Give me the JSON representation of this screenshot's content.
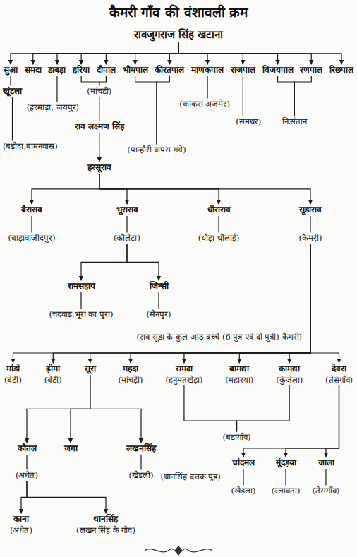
{
  "diagram": {
    "title": "कैमरी गाँव की वंशावली क्रम",
    "nodes": [
      {
        "text": [
          "रावजुगराज सिंह खटाना"
        ]
      },
      {
        "text": [
          "सुआ"
        ]
      },
      {
        "text": [
          "समदा"
        ]
      },
      {
        "text": [
          "डाबड़ा"
        ]
      },
      {
        "text": [
          "हरिया"
        ]
      },
      {
        "text": [
          "दौपाल"
        ]
      },
      {
        "text": [
          "भौमपाल"
        ]
      },
      {
        "text": [
          "कीरतपाल"
        ]
      },
      {
        "text": [
          "माणकपाल"
        ]
      },
      {
        "text": [
          "राजपाल"
        ]
      },
      {
        "text": [
          "विजयपाल"
        ]
      },
      {
        "text": [
          "रणपाल"
        ]
      },
      {
        "text": [
          "रिछपाल"
        ]
      },
      {
        "text": [
          "खूंटला"
        ]
      },
      {
        "text": [
          "(बड़ौदा,बामनवास)"
        ]
      },
      {
        "text": [
          "(हरमाड़ा, जयपुर)"
        ]
      },
      {
        "text": [
          "(मांचड़ी)"
        ]
      },
      {
        "text": [
          "राव लक्ष्मण सिंह"
        ]
      },
      {
        "text": [
          "(पान्हौरी वापस गये)"
        ]
      },
      {
        "text": [
          "(कांकरा अजमेर)"
        ]
      },
      {
        "text": [
          "(समथर)"
        ]
      },
      {
        "text": [
          "निःसंतान"
        ]
      },
      {
        "text": [
          "हरसूराव"
        ]
      },
      {
        "text": [
          "बैराराव"
        ]
      },
      {
        "text": [
          "भूराराव"
        ]
      },
      {
        "text": [
          "धीराराव"
        ]
      },
      {
        "text": [
          "सूडाराव"
        ]
      },
      {
        "text": [
          "(बाड़ावाजीदपुर)"
        ]
      },
      {
        "text": [
          "(कौलेटा)"
        ]
      },
      {
        "text": [
          "(धौड़ा धौलाई)"
        ]
      },
      {
        "text": [
          "(कैमरी)"
        ]
      },
      {
        "text": [
          "रामसहाय"
        ]
      },
      {
        "text": [
          "जिन्सी"
        ]
      },
      {
        "text": [
          "(चंदवाड,भूरा का पुरा)"
        ]
      },
      {
        "text": [
          "(सैनपुर)"
        ]
      },
      {
        "text": [
          "मांडो",
          "(बेटी)"
        ]
      },
      {
        "text": [
          "ढ़ीमा",
          "(बेटी)"
        ]
      },
      {
        "text": [
          "सूरा"
        ]
      },
      {
        "text": [
          "महदा",
          "(मांचड़ी)"
        ]
      },
      {
        "text": [
          "समदा",
          "(हनुमतखेड़ा)"
        ]
      },
      {
        "text": [
          "बामद्या",
          "(महारया)"
        ]
      },
      {
        "text": [
          "कामद्या",
          "(कुंजेला)"
        ]
      },
      {
        "text": [
          "देवरा",
          "(तेसगाँव)"
        ]
      },
      {
        "text": [
          "(बडागाँव)"
        ]
      },
      {
        "text": [
          "कौतल"
        ]
      },
      {
        "text": [
          "जगा"
        ]
      },
      {
        "text": [
          "लखनसिंह"
        ]
      },
      {
        "text": [
          "(अधैत)"
        ]
      },
      {
        "text": [
          "(खेड़ली)"
        ]
      },
      {
        "text": [
          "चांदमल"
        ]
      },
      {
        "text": [
          "मूंदड़या"
        ]
      },
      {
        "text": [
          "जाला"
        ]
      },
      {
        "text": [
          "(खेड़ला)"
        ]
      },
      {
        "text": [
          "(रलावता)"
        ]
      },
      {
        "text": [
          "(तेसगाँव)"
        ]
      },
      {
        "text": [
          "काना",
          "(अधैत)"
        ]
      },
      {
        "text": [
          "थानसिंह",
          "(लखन सिंह के गोद)"
        ]
      }
    ],
    "edges": [
      {
        "from": 0,
        "to": 1,
        "arrow": "to"
      },
      {
        "from": 0,
        "to": 2,
        "arrow": "to"
      },
      {
        "from": 0,
        "to": 3,
        "arrow": "to"
      },
      {
        "from": 0,
        "to": 4,
        "arrow": "to"
      },
      {
        "from": 0,
        "to": 5,
        "arrow": "to"
      },
      {
        "from": 0,
        "to": 6,
        "arrow": "to"
      },
      {
        "from": 0,
        "to": 7,
        "arrow": "to"
      },
      {
        "from": 0,
        "to": 8,
        "arrow": "to"
      },
      {
        "from": 0,
        "to": 9,
        "arrow": "to"
      },
      {
        "from": 0,
        "to": 10,
        "arrow": "to"
      },
      {
        "from": 0,
        "to": 11,
        "arrow": "to"
      },
      {
        "from": 0,
        "to": 12,
        "arrow": "to"
      },
      {
        "from": 1,
        "to": 13,
        "arrow": "none"
      },
      {
        "from": 13,
        "to": 14,
        "arrow": "none"
      },
      {
        "from": 3,
        "to": 15,
        "arrow": "none"
      },
      {
        "from": 4,
        "to": 16,
        "arrow": "none"
      },
      {
        "from": 5,
        "to": 16,
        "arrow": "none"
      },
      {
        "from": 16,
        "to": 17,
        "arrow": "none"
      },
      {
        "from": 17,
        "to": 22,
        "arrow": "to"
      },
      {
        "from": 6,
        "to": 18,
        "arrow": "none"
      },
      {
        "from": 7,
        "to": 18,
        "arrow": "none"
      },
      {
        "from": 8,
        "to": 19,
        "arrow": "none"
      },
      {
        "from": 9,
        "to": 20,
        "arrow": "none"
      },
      {
        "from": 10,
        "to": 21,
        "arrow": "none"
      },
      {
        "from": 11,
        "to": 21,
        "arrow": "none"
      },
      {
        "from": 22,
        "to": 23,
        "arrow": "to"
      },
      {
        "from": 22,
        "to": 24,
        "arrow": "to"
      },
      {
        "from": 22,
        "to": 25,
        "arrow": "to"
      },
      {
        "from": 22,
        "to": 26,
        "arrow": "to"
      },
      {
        "from": 23,
        "to": 27,
        "arrow": "none"
      },
      {
        "from": 24,
        "to": 28,
        "arrow": "none"
      },
      {
        "from": 25,
        "to": 29,
        "arrow": "none"
      },
      {
        "from": 26,
        "to": 30,
        "arrow": "none"
      },
      {
        "from": 28,
        "to": 31,
        "arrow": "to"
      },
      {
        "from": 28,
        "to": 32,
        "arrow": "to"
      },
      {
        "from": 31,
        "to": 33,
        "arrow": "none"
      },
      {
        "from": 32,
        "to": 34,
        "arrow": "none"
      },
      {
        "from": 30,
        "to": 35,
        "arrow": "to"
      },
      {
        "from": 30,
        "to": 36,
        "arrow": "to"
      },
      {
        "from": 30,
        "to": 37,
        "arrow": "to"
      },
      {
        "from": 30,
        "to": 38,
        "arrow": "to"
      },
      {
        "from": 30,
        "to": 39,
        "arrow": "to"
      },
      {
        "from": 30,
        "to": 40,
        "arrow": "to"
      },
      {
        "from": 30,
        "to": 41,
        "arrow": "to"
      },
      {
        "from": 30,
        "to": 42,
        "arrow": "to"
      },
      {
        "from": 39,
        "to": 43,
        "arrow": "none"
      },
      {
        "from": 41,
        "to": 43,
        "arrow": "none"
      },
      {
        "from": 37,
        "to": 44,
        "arrow": "to"
      },
      {
        "from": 37,
        "to": 45,
        "arrow": "to"
      },
      {
        "from": 37,
        "to": 46,
        "arrow": "to"
      },
      {
        "from": 44,
        "to": 47,
        "arrow": "none"
      },
      {
        "from": 46,
        "to": 48,
        "arrow": "none"
      },
      {
        "from": 42,
        "to": 49,
        "arrow": "to"
      },
      {
        "from": 42,
        "to": 50,
        "arrow": "to"
      },
      {
        "from": 42,
        "to": 51,
        "arrow": "to"
      },
      {
        "from": 49,
        "to": 52,
        "arrow": "none"
      },
      {
        "from": 50,
        "to": 53,
        "arrow": "none"
      },
      {
        "from": 51,
        "to": 54,
        "arrow": "none"
      },
      {
        "from": 47,
        "to": 55,
        "arrow": "to"
      },
      {
        "from": 47,
        "to": 56,
        "arrow": "to"
      }
    ],
    "labels": [
      "(राव सूडा के कुल आठ बच्चे (6 पुत्र एवं दो पुत्री) कैमरी)",
      "(थानसिंह दत्तक पुत्र)"
    ]
  }
}
